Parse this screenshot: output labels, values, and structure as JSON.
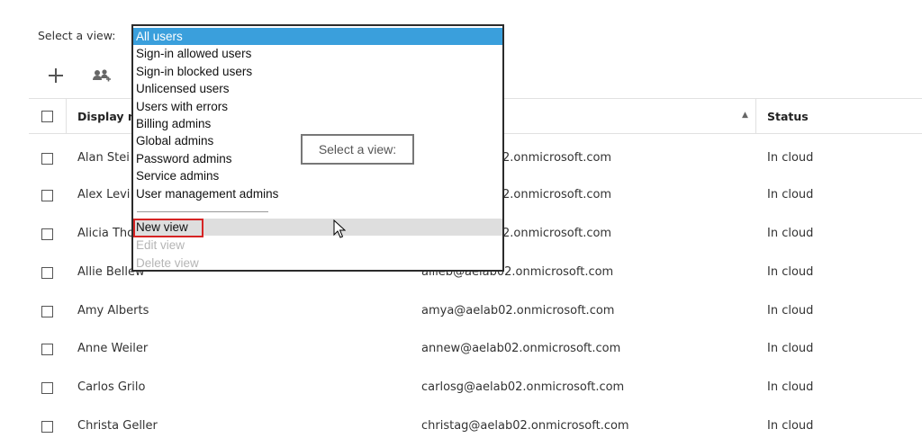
{
  "view_selector": {
    "label": "Select a view:",
    "options": [
      "All users",
      "Sign-in allowed users",
      "Sign-in blocked users",
      "Unlicensed users",
      "Users with errors",
      "Billing admins",
      "Global admins",
      "Password admins",
      "Service admins",
      "User management admins"
    ],
    "selected": "All users",
    "actions": [
      "New view",
      "Edit view",
      "Delete view"
    ],
    "tooltip": "Select a view:"
  },
  "toolbar": {
    "icons": [
      "add-icon",
      "users-icon"
    ]
  },
  "table": {
    "headers": {
      "display_name": "Display name",
      "status": "Status"
    },
    "rows": [
      {
        "name": "Alan Stei",
        "email": "2.onmicrosoft.com",
        "status": "In cloud"
      },
      {
        "name": "Alex Levi",
        "email": "2.onmicrosoft.com",
        "status": "In cloud"
      },
      {
        "name": "Alicia Tho",
        "email": "2.onmicrosoft.com",
        "status": "In cloud"
      },
      {
        "name": "Allie Bellew",
        "email": "allieb@aelab02.onmicrosoft.com",
        "status": "In cloud"
      },
      {
        "name": "Amy Alberts",
        "email": "amya@aelab02.onmicrosoft.com",
        "status": "In cloud"
      },
      {
        "name": "Anne Weiler",
        "email": "annew@aelab02.onmicrosoft.com",
        "status": "In cloud"
      },
      {
        "name": "Carlos Grilo",
        "email": "carlosg@aelab02.onmicrosoft.com",
        "status": "In cloud"
      },
      {
        "name": "Christa Geller",
        "email": "christag@aelab02.onmicrosoft.com",
        "status": "In cloud"
      }
    ]
  },
  "colors": {
    "selected_option": "#3a9fdc",
    "highlight_box": "#d62424"
  }
}
